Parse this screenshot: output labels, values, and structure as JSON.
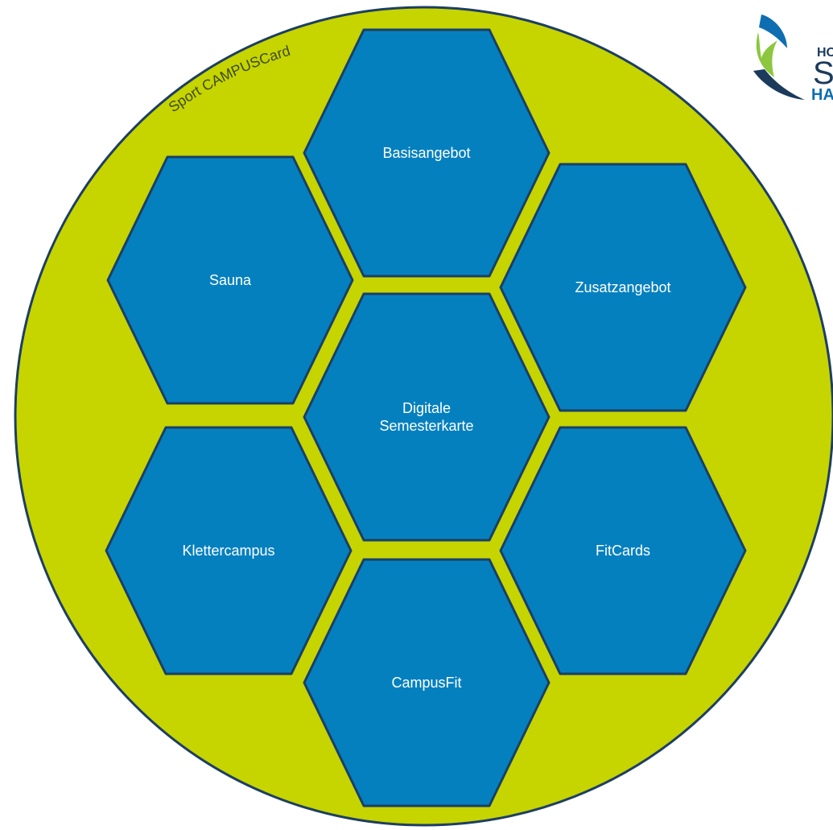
{
  "diagram": {
    "ring_label": "Sport CAMPUSCard",
    "hexagons": [
      {
        "id": "basisangebot",
        "lines": [
          "Basisangebot"
        ]
      },
      {
        "id": "sauna",
        "lines": [
          "Sauna"
        ]
      },
      {
        "id": "zusatzangebot",
        "lines": [
          "Zusatzangebot"
        ]
      },
      {
        "id": "digitale-semesterkarte",
        "lines": [
          "Digitale",
          "Semesterkarte"
        ]
      },
      {
        "id": "klettercampus",
        "lines": [
          "Klettercampus"
        ]
      },
      {
        "id": "fitcards",
        "lines": [
          "FitCards"
        ]
      },
      {
        "id": "campusfit",
        "lines": [
          "CampusFit"
        ]
      }
    ]
  },
  "logo": {
    "line1": "HO",
    "line2": "S",
    "line3": "HA"
  },
  "colors": {
    "circle_fill": "#c6d400",
    "circle_stroke": "#1d3e63",
    "hex_fill": "#0580bf",
    "hex_stroke": "#1a3f66"
  }
}
